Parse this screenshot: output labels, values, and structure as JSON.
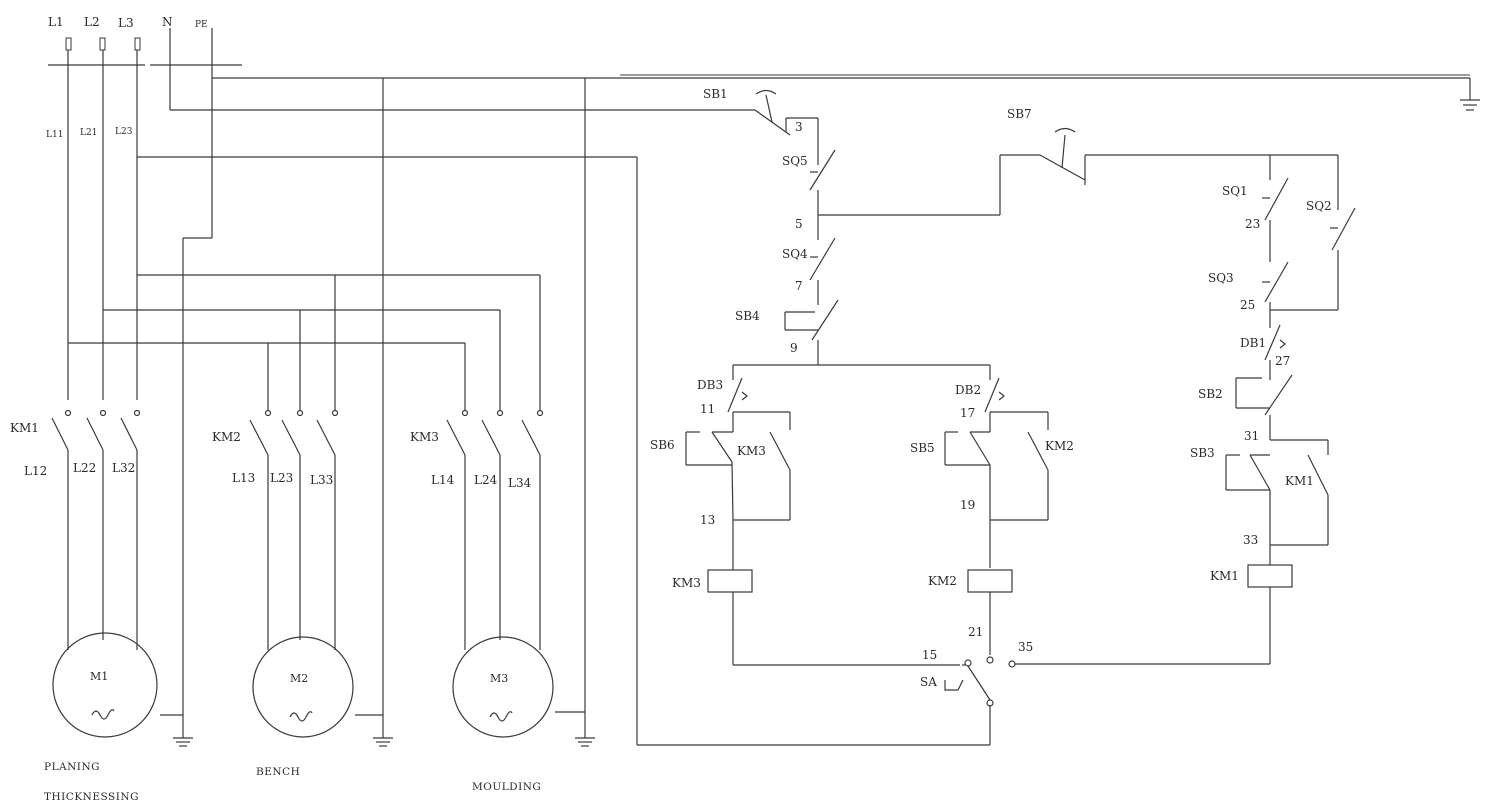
{
  "labels": {
    "supply": {
      "l1": "L1",
      "l2": "L2",
      "l3": "L3",
      "n": "N",
      "pe": "PE"
    },
    "branch": {
      "l11": "L11",
      "l21": "L21",
      "l23": "L23"
    },
    "contactors": {
      "km1": "KM1",
      "km2": "KM2",
      "km3": "KM3",
      "km1_out": [
        "L12",
        "L22",
        "L32"
      ],
      "km2_out": [
        "L13",
        "L23",
        "L33"
      ],
      "km3_out": [
        "L14",
        "L24",
        "L34"
      ]
    },
    "motors": {
      "m1": "M1",
      "m2": "M2",
      "m3": "M3"
    },
    "captions": {
      "m1_line1": "PLANING",
      "m1_line2": "THICKNESSING",
      "m2": "BENCH",
      "m3": "MOULDING"
    },
    "control": {
      "sb1": "SB1",
      "sb7": "SB7",
      "sq5": "SQ5",
      "sq4": "SQ4",
      "sq1": "SQ1",
      "sq2": "SQ2",
      "sq3": "SQ3",
      "sb4": "SB4",
      "sb6": "SB6",
      "sb5": "SB5",
      "sb2": "SB2",
      "sb3": "SB3",
      "db3": "DB3",
      "db2": "DB2",
      "db1": "DB1",
      "km3_aux": "KM3",
      "km2_aux": "KM2",
      "km1_aux": "KM1",
      "km3_coil": "KM3",
      "km2_coil": "KM2",
      "km1_coil": "KM1",
      "sa": "SA"
    },
    "nodes": {
      "n3": "3",
      "n5": "5",
      "n7": "7",
      "n9": "9",
      "n11": "11",
      "n13": "13",
      "n15": "15",
      "n17": "17",
      "n19": "19",
      "n21": "21",
      "n23": "23",
      "n25": "25",
      "n27": "27",
      "n31": "31",
      "n33": "33",
      "n35": "35"
    }
  }
}
